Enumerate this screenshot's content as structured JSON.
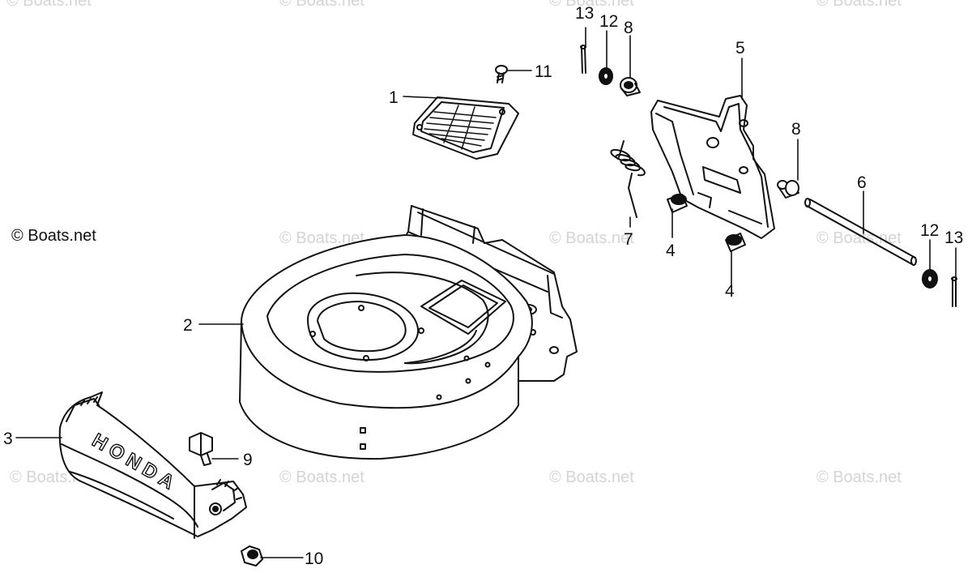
{
  "copyright": "© Boats.net",
  "watermark": "© Boats.net",
  "callouts": [
    {
      "id": "c1",
      "label": "1"
    },
    {
      "id": "c2",
      "label": "2"
    },
    {
      "id": "c3",
      "label": "3"
    },
    {
      "id": "c4a",
      "label": "4"
    },
    {
      "id": "c4b",
      "label": "4"
    },
    {
      "id": "c5",
      "label": "5"
    },
    {
      "id": "c6",
      "label": "6"
    },
    {
      "id": "c7",
      "label": "7"
    },
    {
      "id": "c8a",
      "label": "8"
    },
    {
      "id": "c8b",
      "label": "8"
    },
    {
      "id": "c9",
      "label": "9"
    },
    {
      "id": "c10",
      "label": "10"
    },
    {
      "id": "c11",
      "label": "11"
    },
    {
      "id": "c12a",
      "label": "12"
    },
    {
      "id": "c12b",
      "label": "12"
    },
    {
      "id": "c13a",
      "label": "13"
    },
    {
      "id": "c13b",
      "label": "13"
    }
  ],
  "grip_lettering": "HONDA",
  "colors": {
    "line": "#111111",
    "watermark": "#d4d4d4",
    "background": "#ffffff"
  }
}
